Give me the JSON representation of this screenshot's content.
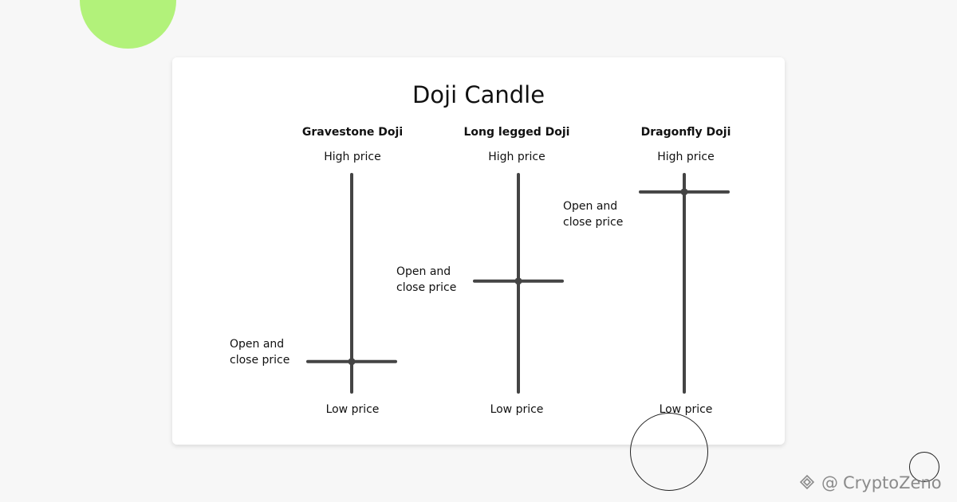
{
  "title": "Doji Candle",
  "candles": [
    {
      "name": "Gravestone Doji",
      "high_label": "High price",
      "low_label": "Low price",
      "open_close_label_line1": "Open and",
      "open_close_label_line2": "close price",
      "open_close_level": 0.86
    },
    {
      "name": "Long legged Doji",
      "high_label": "High price",
      "low_label": "Low price",
      "open_close_label_line1": "Open and",
      "open_close_label_line2": "close price",
      "open_close_level": 0.49
    },
    {
      "name": "Dragonfly Doji",
      "high_label": "High price",
      "low_label": "Low price",
      "open_close_label_line1": "Open and",
      "open_close_label_line2": "close price",
      "open_close_level": 0.08
    }
  ],
  "watermark": {
    "at": "@",
    "brand": "CryptoZeno",
    "logo_icon": "cryptozeno-logo-icon"
  },
  "colors": {
    "candle": "#444444",
    "accent_green": "#b2f27a",
    "background": "#f7f7f7",
    "card": "#ffffff"
  }
}
